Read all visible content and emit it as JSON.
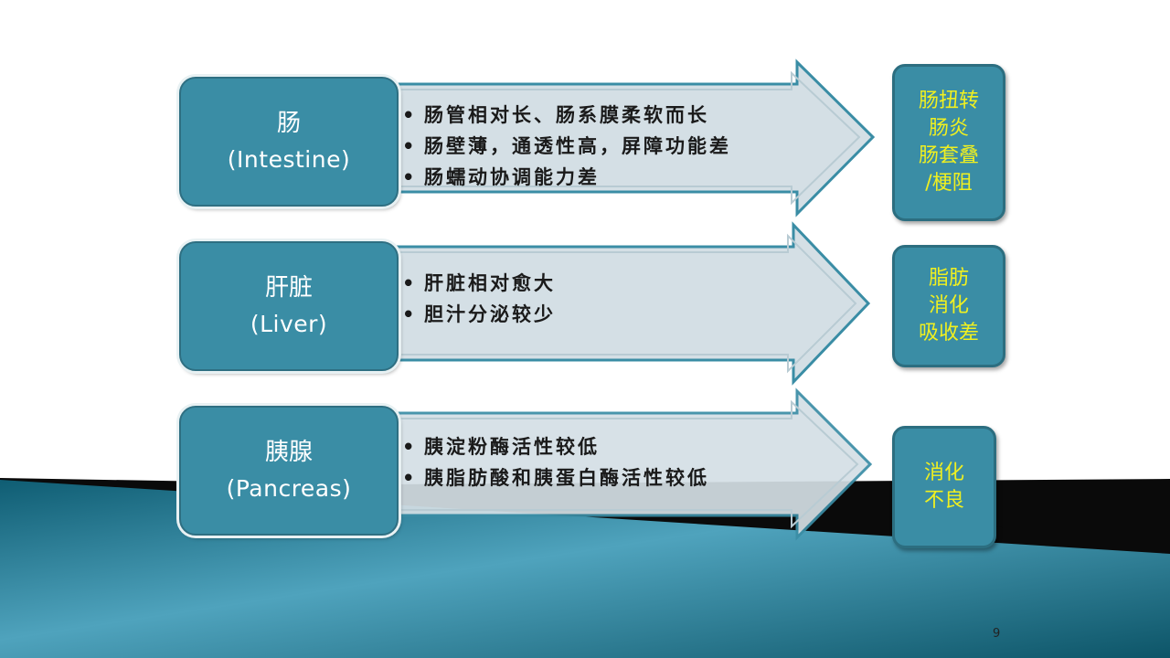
{
  "slide": {
    "page_number": "9"
  },
  "rows": [
    {
      "organ": "肠",
      "organ_en": "(Intestine)",
      "points": [
        "肠管相对长、肠系膜柔软而长",
        "肠壁薄，通透性高，屏障功能差",
        "肠蠕动协调能力差"
      ],
      "result": [
        "肠扭转",
        "肠炎",
        "肠套叠",
        "/梗阻"
      ]
    },
    {
      "organ": "肝脏",
      "organ_en": "(Liver)",
      "points": [
        "肝脏相对愈大",
        "胆汁分泌较少"
      ],
      "result": [
        "脂肪",
        "消化",
        "吸收差"
      ]
    },
    {
      "organ": "胰腺",
      "organ_en": "(Pancreas)",
      "points": [
        "胰淀粉酶活性较低",
        "胰脂肪酸和胰蛋白酶活性较低"
      ],
      "result": [
        "消化",
        "不良"
      ]
    }
  ],
  "colors": {
    "teal": "#3a8da5",
    "arrow_fill": "#d4dfe5",
    "result_text": "#f0f020"
  }
}
